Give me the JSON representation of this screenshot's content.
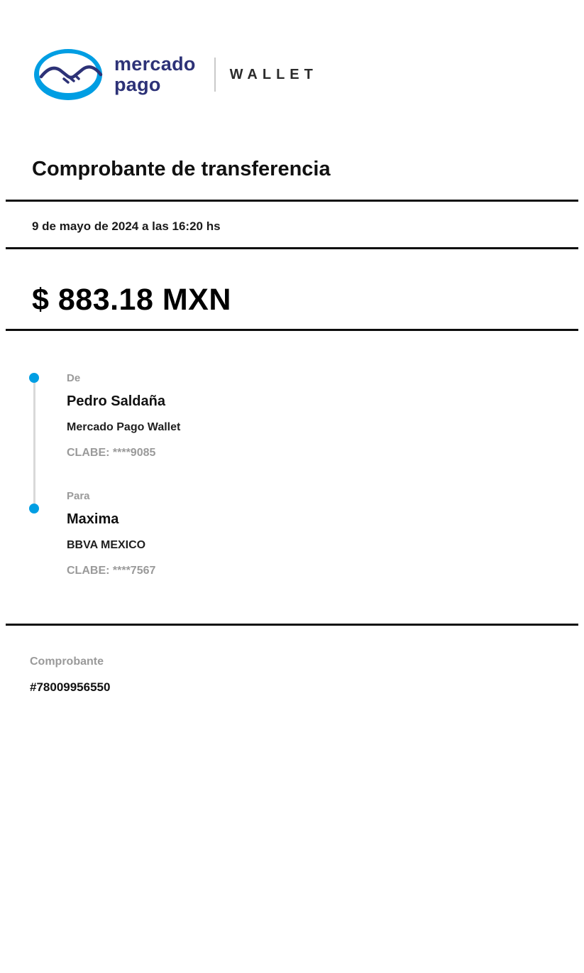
{
  "colors": {
    "accent": "#009EE3",
    "brand-navy": "#2D3277",
    "muted": "#9a9a9a",
    "divider": "#0d0d0d"
  },
  "header": {
    "brand_line1": "mercado",
    "brand_line2": "pago",
    "product": "WALLET",
    "logo_icon": "handshake-icon"
  },
  "receipt": {
    "title": "Comprobante de transferencia",
    "datetime": "9 de mayo de 2024 a las 16:20 hs",
    "amount": "$ 883.18 MXN",
    "sender": {
      "label": "De",
      "name": "Pedro Saldaña",
      "institution": "Mercado Pago Wallet",
      "clabe": "CLABE: ****9085"
    },
    "recipient": {
      "label": "Para",
      "name": "Maxima",
      "institution": "BBVA MEXICO",
      "clabe": "CLABE: ****7567"
    },
    "voucher": {
      "label": "Comprobante",
      "number": "#78009956550"
    }
  }
}
